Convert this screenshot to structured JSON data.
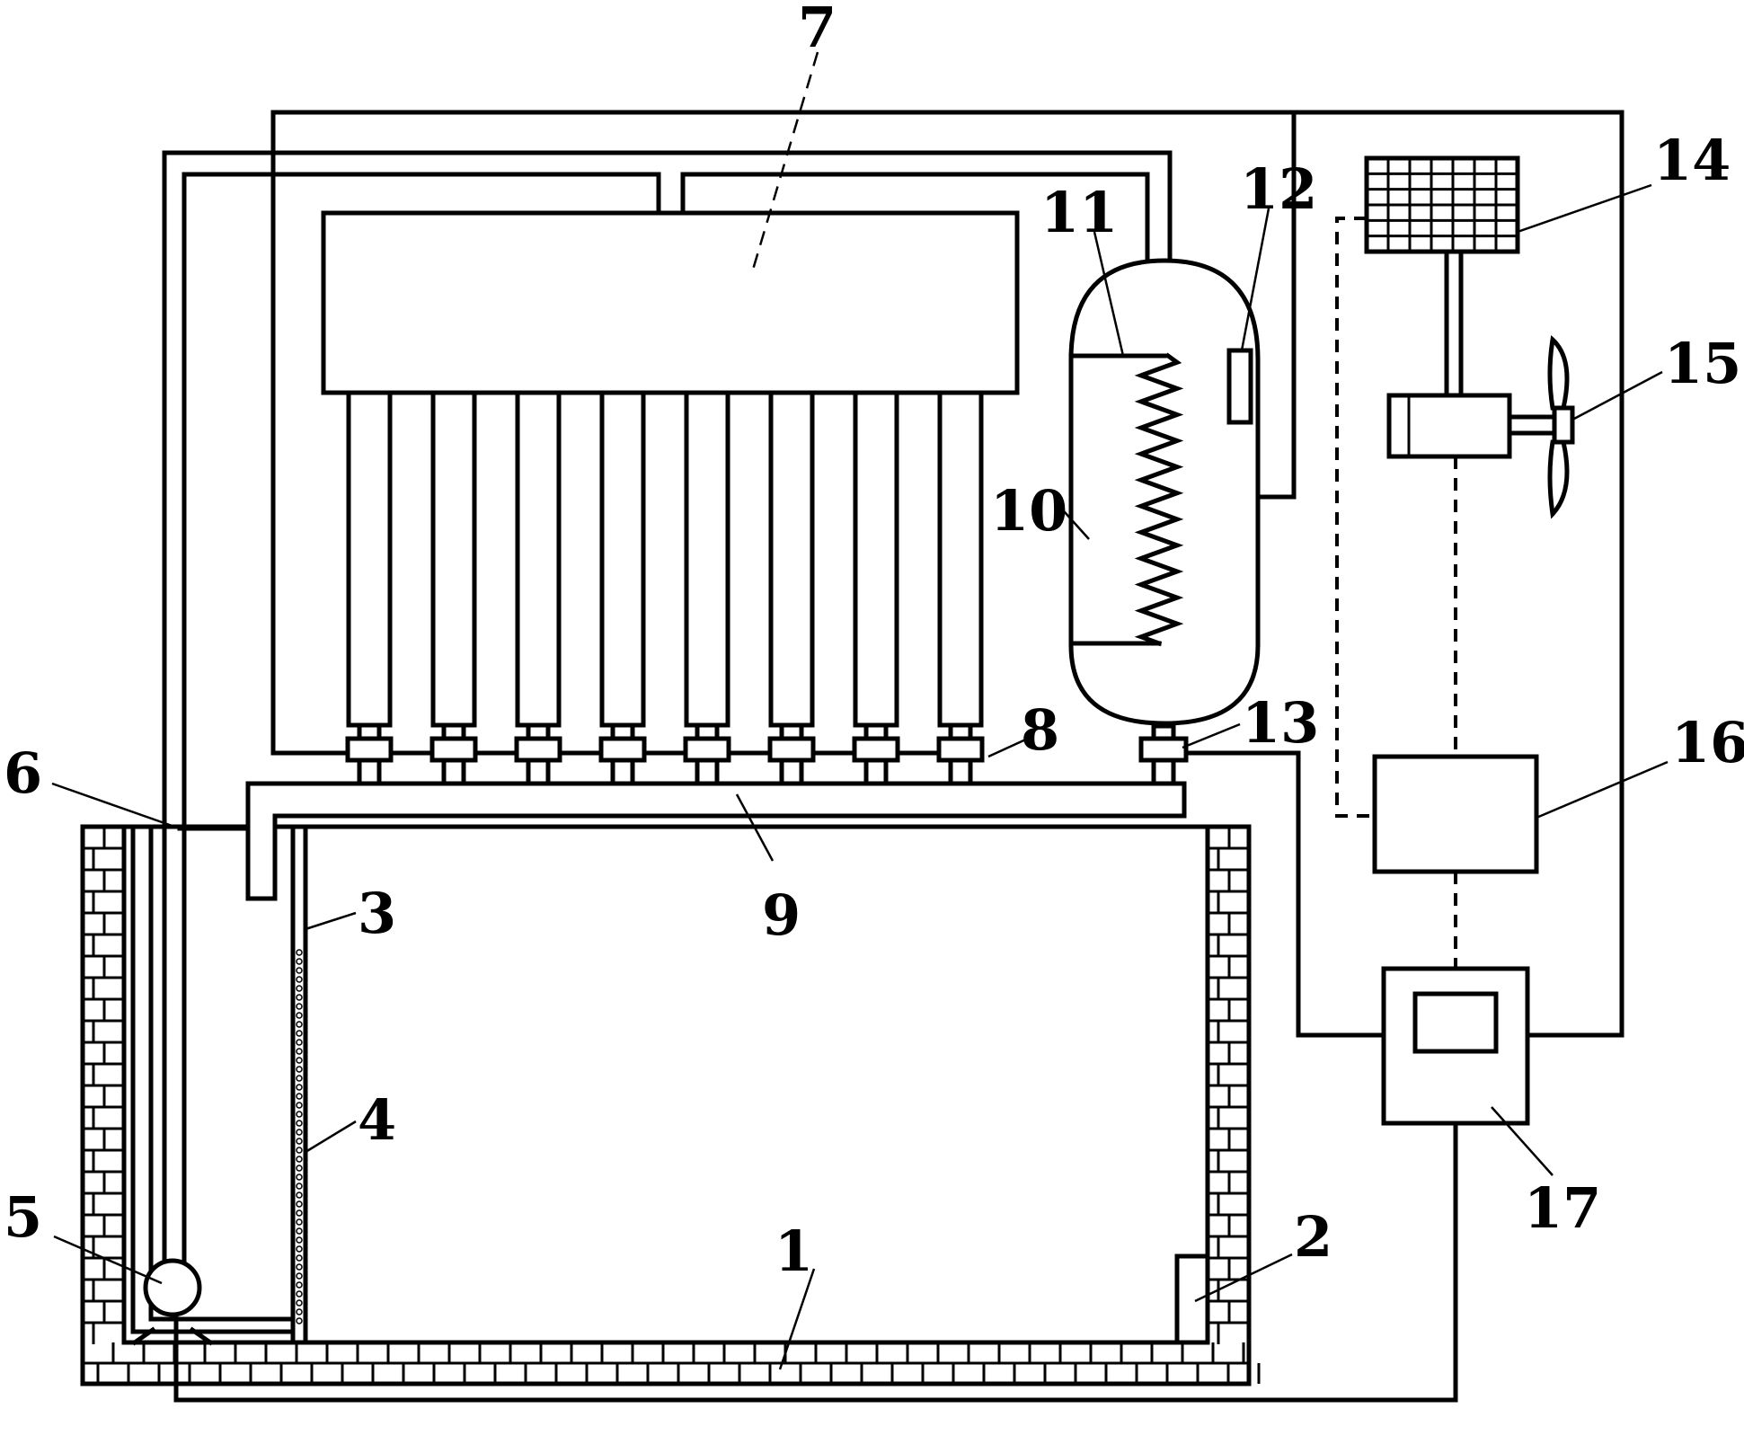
{
  "labels": [
    {
      "id": "1",
      "text": "1"
    },
    {
      "id": "2",
      "text": "2"
    },
    {
      "id": "3",
      "text": "3"
    },
    {
      "id": "4",
      "text": "4"
    },
    {
      "id": "5",
      "text": "5"
    },
    {
      "id": "6",
      "text": "6"
    },
    {
      "id": "7",
      "text": "7"
    },
    {
      "id": "8",
      "text": "8"
    },
    {
      "id": "9",
      "text": "9"
    },
    {
      "id": "10",
      "text": "10"
    },
    {
      "id": "11",
      "text": "11"
    },
    {
      "id": "12",
      "text": "12"
    },
    {
      "id": "13",
      "text": "13"
    },
    {
      "id": "14",
      "text": "14"
    },
    {
      "id": "15",
      "text": "15"
    },
    {
      "id": "16",
      "text": "16"
    },
    {
      "id": "17",
      "text": "17"
    }
  ],
  "components": {
    "collector_tube_count": 8,
    "solar_panel_grid": {
      "rows": 6,
      "cols": 7
    },
    "coil_turns": 11
  }
}
